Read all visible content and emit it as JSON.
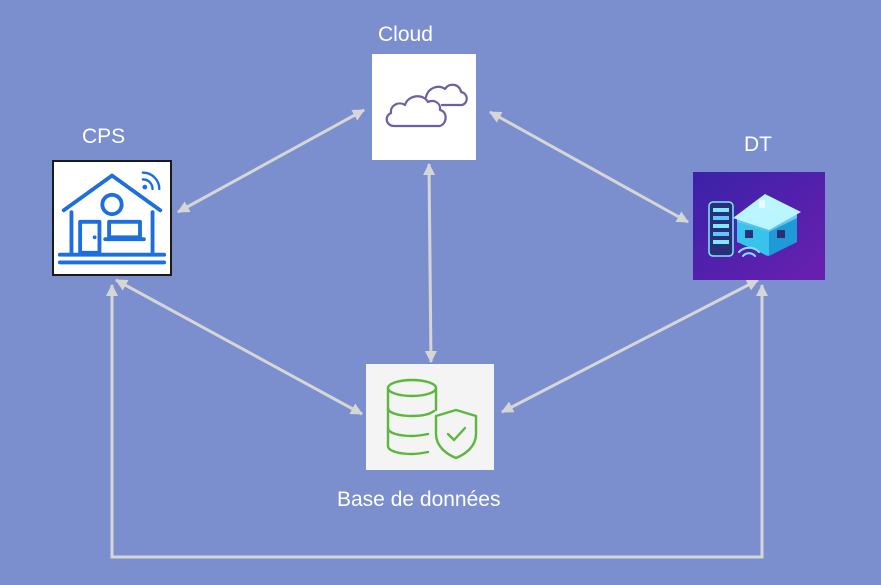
{
  "diagram": {
    "nodes": [
      {
        "id": "cloud",
        "label": "Cloud",
        "icon": "cloud-icon"
      },
      {
        "id": "cps",
        "label": "CPS",
        "icon": "smart-house-icon"
      },
      {
        "id": "dt",
        "label": "DT",
        "icon": "digital-twin-house-icon"
      },
      {
        "id": "database",
        "label": "Base de données",
        "icon": "secure-database-icon"
      }
    ],
    "edges": [
      {
        "from": "cps",
        "to": "cloud",
        "bidirectional": true
      },
      {
        "from": "cloud",
        "to": "dt",
        "bidirectional": true
      },
      {
        "from": "cloud",
        "to": "database",
        "bidirectional": true
      },
      {
        "from": "cps",
        "to": "database",
        "bidirectional": true
      },
      {
        "from": "dt",
        "to": "database",
        "bidirectional": true
      },
      {
        "from": "dt",
        "to": "cps",
        "bidirectional": true,
        "routing": "orthogonal-below"
      }
    ]
  },
  "colors": {
    "background": "#7b8fcf",
    "connector": "#d6d6d6",
    "label_text": "#ffffff",
    "cps_icon": "#1d6fe0",
    "cloud_icon": "#6b5fa5",
    "database_icon": "#5bb83a",
    "dt_background": "#4a1fa8"
  }
}
